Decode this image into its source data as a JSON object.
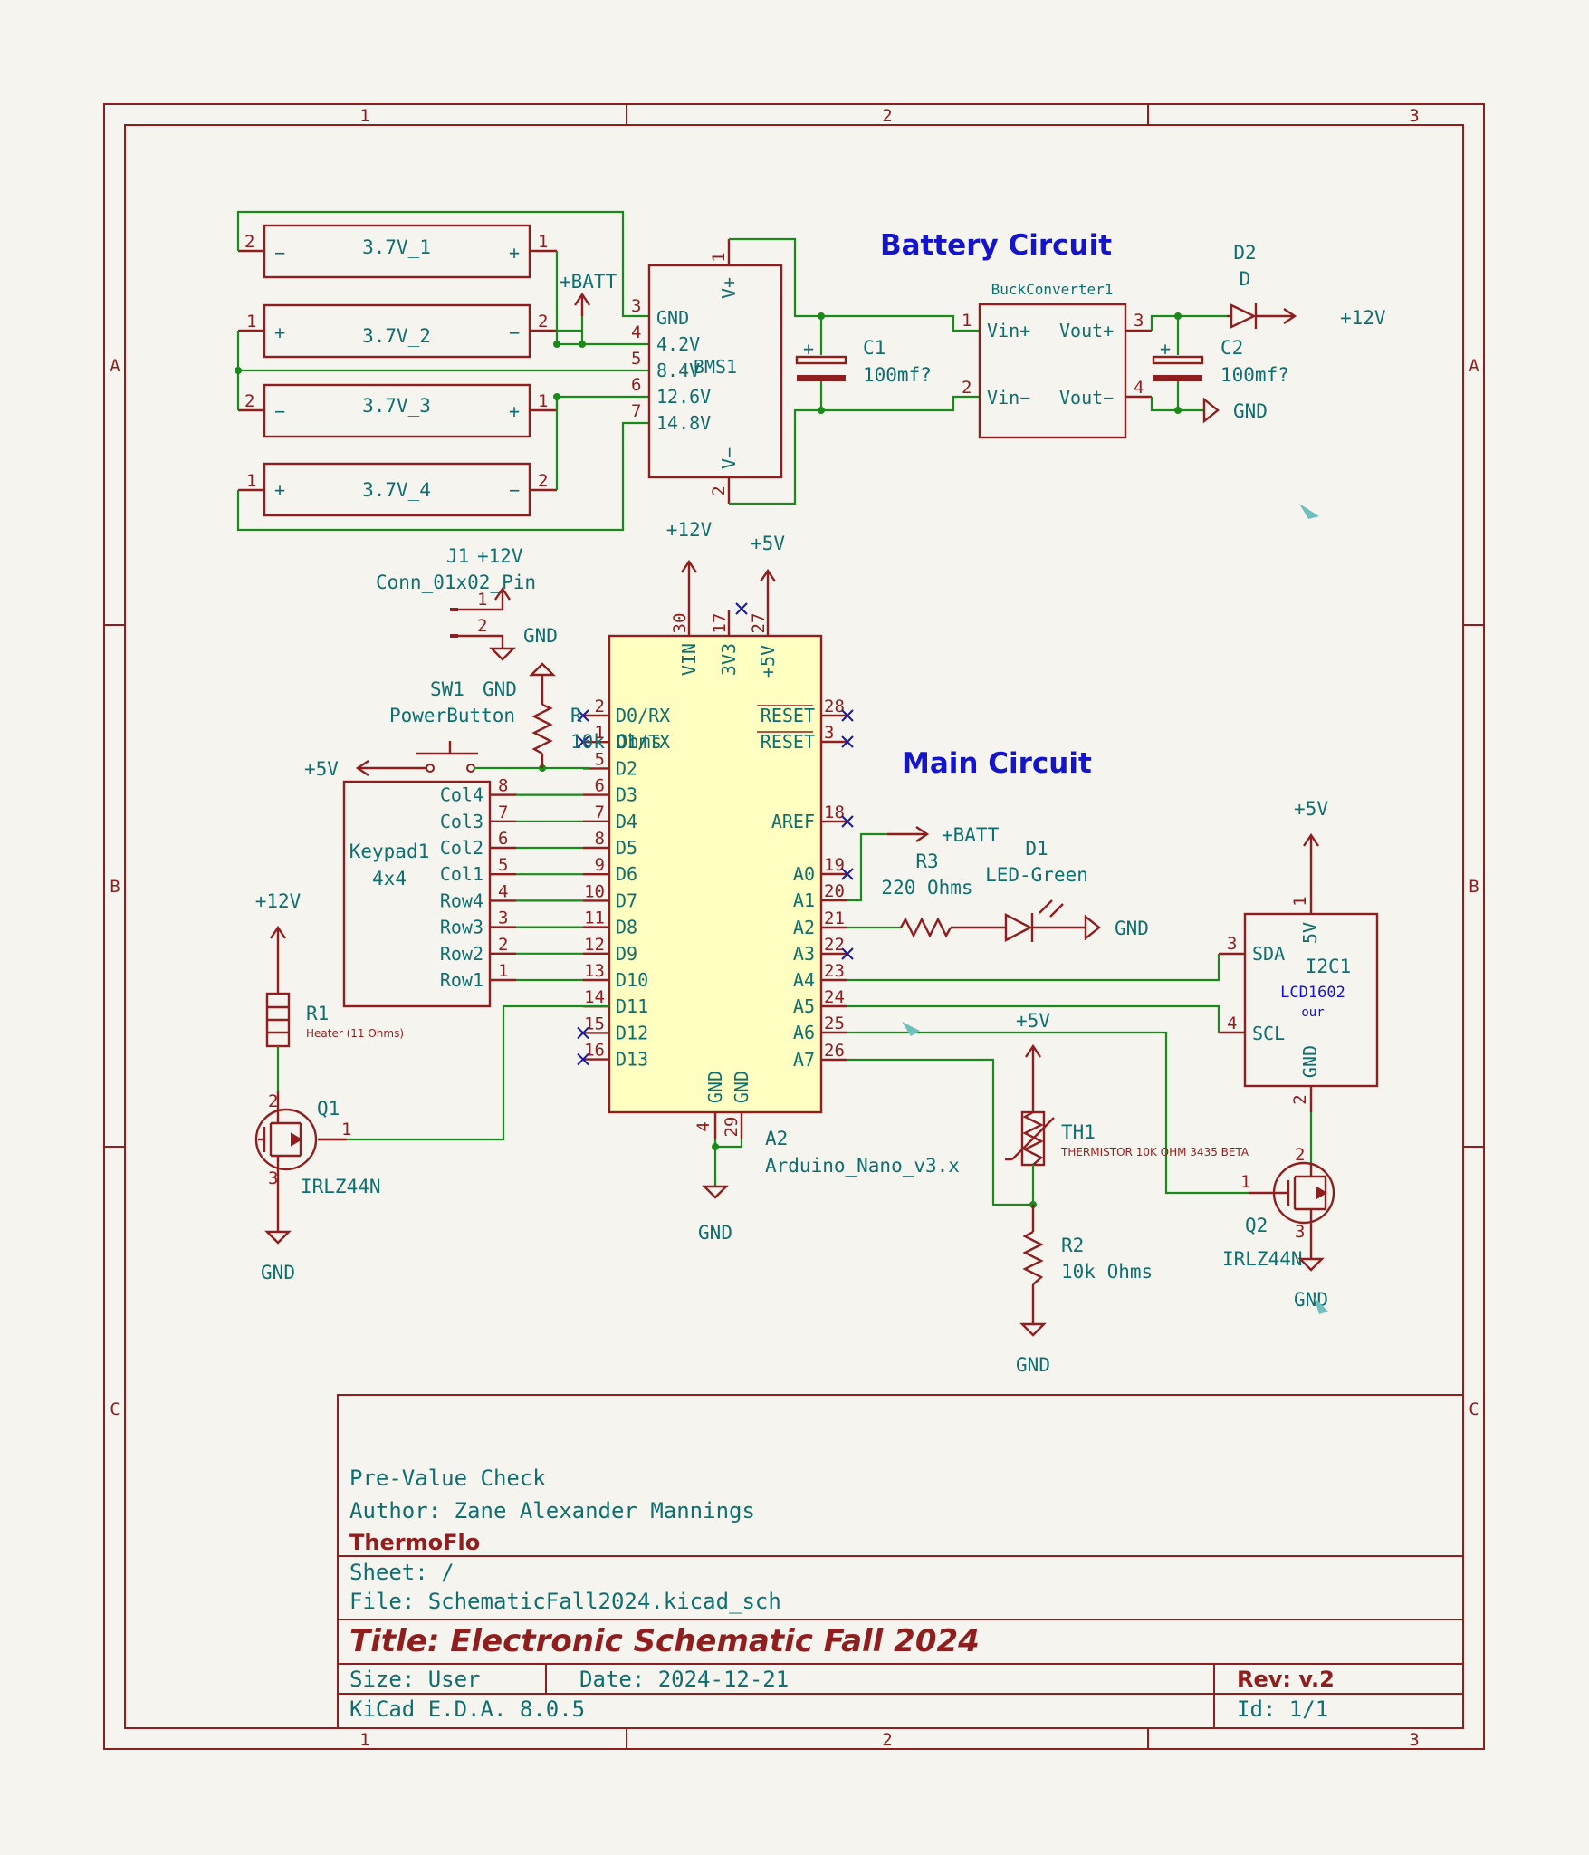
{
  "frame": {
    "col_labels": [
      "1",
      "2",
      "3"
    ],
    "row_labels": [
      "A",
      "B",
      "C"
    ]
  },
  "headings": {
    "battery": "Battery Circuit",
    "main": "Main Circuit"
  },
  "batteries": [
    {
      "ref": "3.7V_1",
      "left_pin": "2",
      "right_pin": "1",
      "left_sign": "−",
      "right_sign": "+"
    },
    {
      "ref": "3.7V_2",
      "left_pin": "1",
      "right_pin": "2",
      "left_sign": "+",
      "right_sign": "−"
    },
    {
      "ref": "3.7V_3",
      "left_pin": "2",
      "right_pin": "1",
      "left_sign": "−",
      "right_sign": "+"
    },
    {
      "ref": "3.7V_4",
      "left_pin": "1",
      "right_pin": "2",
      "left_sign": "+",
      "right_sign": "−"
    }
  ],
  "bms": {
    "ref": "BMS1",
    "left_pins": [
      {
        "num": "3",
        "name": "GND"
      },
      {
        "num": "4",
        "name": "4.2V"
      },
      {
        "num": "5",
        "name": "8.4V"
      },
      {
        "num": "6",
        "name": "12.6V"
      },
      {
        "num": "7",
        "name": "14.8V"
      }
    ],
    "top_pin": {
      "num": "1",
      "name": "V+"
    },
    "bottom_pin": {
      "num": "2",
      "name": "V−"
    }
  },
  "c1": {
    "ref": "C1",
    "value": "100mf?"
  },
  "c2": {
    "ref": "C2",
    "value": "100mf?"
  },
  "buck": {
    "ref": "BuckConverter1",
    "pins": [
      {
        "num": "1",
        "name": "Vin+"
      },
      {
        "num": "2",
        "name": "Vin−"
      },
      {
        "num": "3",
        "name": "Vout+"
      },
      {
        "num": "4",
        "name": "Vout−"
      }
    ]
  },
  "d2": {
    "ref": "D2",
    "value": "D"
  },
  "power": {
    "p12v": "+12V",
    "p5v": "+5V",
    "gnd": "GND",
    "batt": "+BATT"
  },
  "j1": {
    "ref": "J1",
    "value": "Conn_01x02_Pin",
    "pins": [
      "1",
      "2"
    ]
  },
  "sw1": {
    "ref": "SW1",
    "value": "PowerButton"
  },
  "r_pull": {
    "ref": "R",
    "value": "10k Ohms"
  },
  "keypad": {
    "ref": "Keypad1",
    "value": "4x4",
    "pins": [
      {
        "num": "8",
        "name": "Col4"
      },
      {
        "num": "7",
        "name": "Col3"
      },
      {
        "num": "6",
        "name": "Col2"
      },
      {
        "num": "5",
        "name": "Col1"
      },
      {
        "num": "4",
        "name": "Row4"
      },
      {
        "num": "3",
        "name": "Row3"
      },
      {
        "num": "2",
        "name": "Row2"
      },
      {
        "num": "1",
        "name": "Row1"
      }
    ]
  },
  "arduino": {
    "ref": "A2",
    "value": "Arduino_Nano_v3.x",
    "left_pins": [
      {
        "num": "2",
        "name": "D0/RX"
      },
      {
        "num": "1",
        "name": "D1/TX"
      },
      {
        "num": "5",
        "name": "D2"
      },
      {
        "num": "6",
        "name": "D3"
      },
      {
        "num": "7",
        "name": "D4"
      },
      {
        "num": "8",
        "name": "D5"
      },
      {
        "num": "9",
        "name": "D6"
      },
      {
        "num": "10",
        "name": "D7"
      },
      {
        "num": "11",
        "name": "D8"
      },
      {
        "num": "12",
        "name": "D9"
      },
      {
        "num": "13",
        "name": "D10"
      },
      {
        "num": "14",
        "name": "D11"
      },
      {
        "num": "15",
        "name": "D12"
      },
      {
        "num": "16",
        "name": "D13"
      }
    ],
    "right_pins": [
      {
        "num": "28",
        "name": "RESET"
      },
      {
        "num": "3",
        "name": "RESET"
      },
      {
        "num": "18",
        "name": "AREF"
      },
      {
        "num": "19",
        "name": "A0"
      },
      {
        "num": "20",
        "name": "A1"
      },
      {
        "num": "21",
        "name": "A2"
      },
      {
        "num": "22",
        "name": "A3"
      },
      {
        "num": "23",
        "name": "A4"
      },
      {
        "num": "24",
        "name": "A5"
      },
      {
        "num": "25",
        "name": "A6"
      },
      {
        "num": "26",
        "name": "A7"
      }
    ],
    "top_pins": [
      {
        "num": "30",
        "name": "VIN"
      },
      {
        "num": "17",
        "name": "3V3"
      },
      {
        "num": "27",
        "name": "+5V"
      }
    ],
    "bottom_pins": [
      {
        "num": "4",
        "name": "GND"
      },
      {
        "num": "29",
        "name": "GND"
      }
    ]
  },
  "r1": {
    "ref": "R1",
    "value": "Heater (11 Ohms)"
  },
  "q1": {
    "ref": "Q1",
    "value": "IRLZ44N",
    "pins": [
      "2",
      "1",
      "3"
    ]
  },
  "r3": {
    "ref": "R3",
    "value": "220 Ohms"
  },
  "d1": {
    "ref": "D1",
    "value": "LED-Green"
  },
  "i2c": {
    "ref": "I2C1",
    "value": "LCD1602",
    "sub": "our",
    "pins": [
      {
        "num": "1",
        "name": "5V"
      },
      {
        "num": "3",
        "name": "SDA"
      },
      {
        "num": "4",
        "name": "SCL"
      },
      {
        "num": "2",
        "name": "GND"
      }
    ]
  },
  "th1": {
    "ref": "TH1",
    "value": "THERMISTOR 10K OHM 3435 BETA"
  },
  "r2": {
    "ref": "R2",
    "value": "10k Ohms"
  },
  "q2": {
    "ref": "Q2",
    "value": "IRLZ44N",
    "pins": [
      "2",
      "1",
      "3"
    ]
  },
  "title_block": {
    "comment": "Pre-Value Check",
    "author": "Author: Zane Alexander Mannings",
    "company": "ThermoFlo",
    "sheet": "Sheet: /",
    "file": "File: SchematicFall2024.kicad_sch",
    "title": "Title: Electronic Schematic Fall 2024",
    "size": "Size: User",
    "date": "Date: 2024-12-21",
    "rev": "Rev: v.2",
    "tool": "KiCad E.D.A. 8.0.5",
    "id": "Id: 1/1"
  },
  "colors": {
    "frame": "#8f1f1f",
    "wire": "#1a8a1a",
    "label": "#0f6f6f",
    "heading": "#1414c8",
    "ic_fill": "#ffffc2",
    "background": "#f5f4ef"
  }
}
